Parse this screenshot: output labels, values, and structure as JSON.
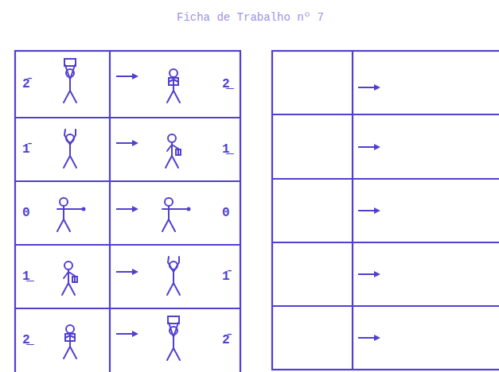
{
  "diagram": {
    "title": "Ficha de Trabalho nº 7",
    "labels": [
      "2̄",
      "2̲",
      "1̄",
      "1̲",
      "0",
      "0",
      "1̲",
      "1̄",
      "2̲",
      "2̄"
    ]
  }
}
